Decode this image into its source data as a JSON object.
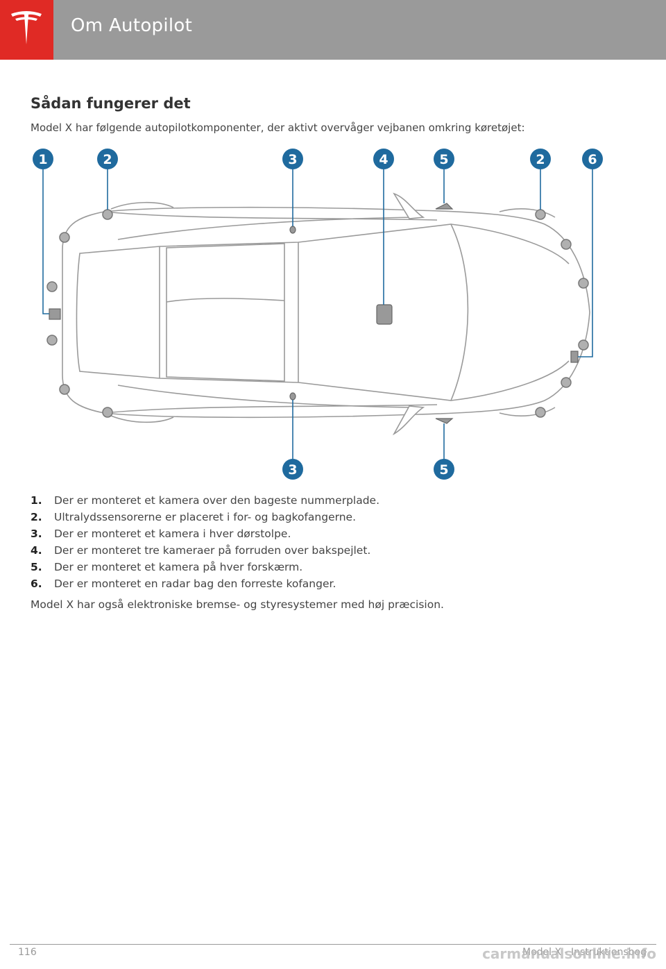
{
  "header": {
    "title": "Om Autopilot",
    "brand_color": "#e02a25",
    "bar_color": "#9a9a9a",
    "logo": "tesla-logo"
  },
  "section": {
    "title": "Sådan fungerer det",
    "intro": "Model X har følgende autopilotkomponenter, der aktivt overvåger vejbanen omkring køretøjet:"
  },
  "diagram": {
    "callout_color": "#1f6a9e",
    "callouts": [
      {
        "label": "1"
      },
      {
        "label": "2"
      },
      {
        "label": "3"
      },
      {
        "label": "4"
      },
      {
        "label": "5"
      },
      {
        "label": "2"
      },
      {
        "label": "6"
      },
      {
        "label": "3"
      },
      {
        "label": "5"
      }
    ]
  },
  "list": [
    {
      "num": "1.",
      "text": "Der er monteret et kamera over den bageste nummerplade."
    },
    {
      "num": "2.",
      "text": "Ultralydssensorerne er placeret i for- og bagkofangerne."
    },
    {
      "num": "3.",
      "text": "Der er monteret et kamera i hver dørstolpe."
    },
    {
      "num": "4.",
      "text": "Der er monteret tre kameraer på forruden over bakspejlet."
    },
    {
      "num": "5.",
      "text": "Der er monteret et kamera på hver forskærm."
    },
    {
      "num": "6.",
      "text": "Der er monteret en radar bag den forreste kofanger."
    }
  ],
  "outro": "Model X har også elektroniske bremse- og styresystemer med høj præcision.",
  "footer": {
    "page_number": "116",
    "doc_title": "Model X - Instruktionsbog",
    "watermark": "carmanualsonline.info"
  }
}
